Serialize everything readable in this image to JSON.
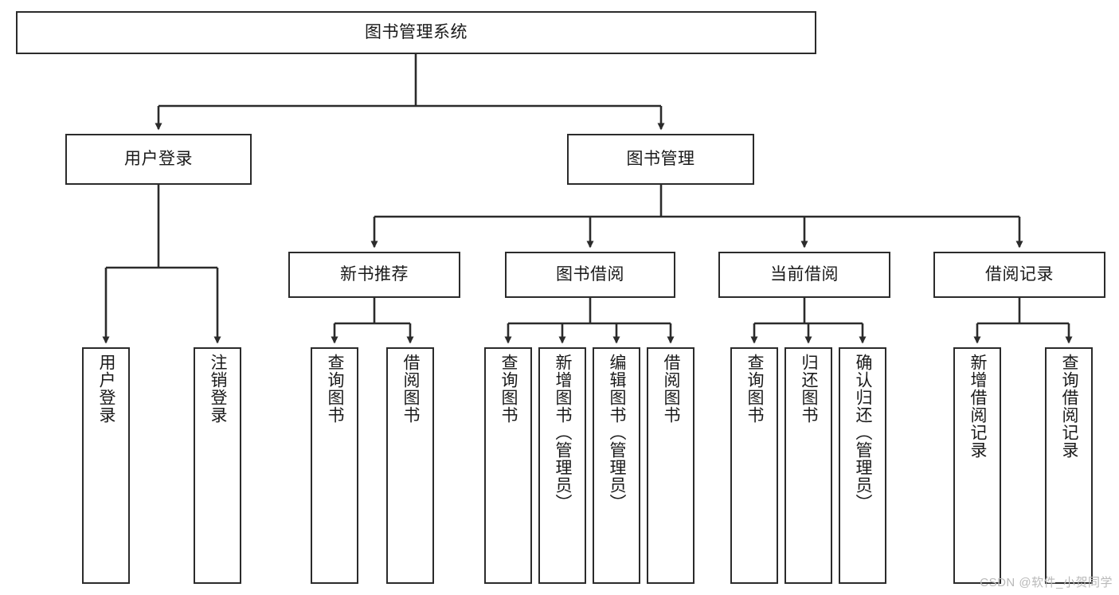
{
  "diagram": {
    "title": "图书管理系统",
    "type": "tree-hierarchy-diagram",
    "orientation": "top-down",
    "colors": {
      "node_border": "#2b2b2b",
      "node_fill": "#ffffff",
      "edge": "#2b2b2b",
      "text": "#1a1a1a",
      "watermark": "#b9b9b9",
      "background": "#ffffff"
    },
    "root": {
      "label": "图书管理系统"
    },
    "level1": [
      {
        "label": "用户登录"
      },
      {
        "label": "图书管理"
      }
    ],
    "level2": [
      {
        "label": "新书推荐"
      },
      {
        "label": "图书借阅"
      },
      {
        "label": "当前借阅"
      },
      {
        "label": "借阅记录"
      }
    ],
    "leaves": {
      "user_login": [
        {
          "label": "用户登录"
        },
        {
          "label": "注销登录"
        }
      ],
      "new_book_recommend": [
        {
          "label": "查询图书"
        },
        {
          "label": "借阅图书"
        }
      ],
      "book_borrow": [
        {
          "label": "查询图书"
        },
        {
          "label": "新增图书（管理员）"
        },
        {
          "label": "编辑图书（管理员）"
        },
        {
          "label": "借阅图书"
        }
      ],
      "current_borrow": [
        {
          "label": "查询图书"
        },
        {
          "label": "归还图书"
        },
        {
          "label": "确认归还（管理员）"
        }
      ],
      "borrow_record": [
        {
          "label": "新增借阅记录"
        },
        {
          "label": "查询借阅记录"
        }
      ]
    },
    "watermark": "CSDN @软件_小贺同学"
  }
}
